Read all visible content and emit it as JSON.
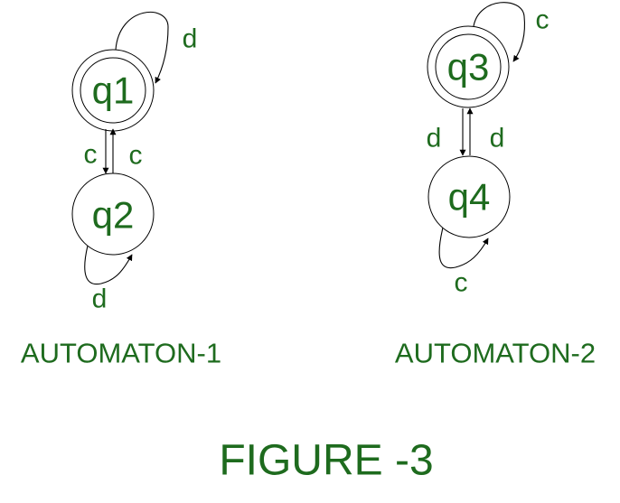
{
  "figure": {
    "title": "FIGURE -3",
    "text_color": "#1e6b1e",
    "line_color": "#000000"
  },
  "automaton_1": {
    "caption": "AUTOMATON-1",
    "states": {
      "q1": {
        "label": "q1",
        "accepting": true
      },
      "q2": {
        "label": "q2",
        "accepting": false
      }
    },
    "transitions": {
      "q1_self": {
        "from": "q1",
        "to": "q1",
        "symbol": "d"
      },
      "q1_to_q2": {
        "from": "q1",
        "to": "q2",
        "symbol": "c"
      },
      "q2_to_q1": {
        "from": "q2",
        "to": "q1",
        "symbol": "c"
      },
      "q2_self": {
        "from": "q2",
        "to": "q2",
        "symbol": "d"
      }
    }
  },
  "automaton_2": {
    "caption": "AUTOMATON-2",
    "states": {
      "q3": {
        "label": "q3",
        "accepting": true
      },
      "q4": {
        "label": "q4",
        "accepting": false
      }
    },
    "transitions": {
      "q3_self": {
        "from": "q3",
        "to": "q3",
        "symbol": "c"
      },
      "q3_to_q4": {
        "from": "q3",
        "to": "q4",
        "symbol": "d"
      },
      "q4_to_q3": {
        "from": "q4",
        "to": "q3",
        "symbol": "d"
      },
      "q4_self": {
        "from": "q4",
        "to": "q4",
        "symbol": "c"
      }
    }
  }
}
